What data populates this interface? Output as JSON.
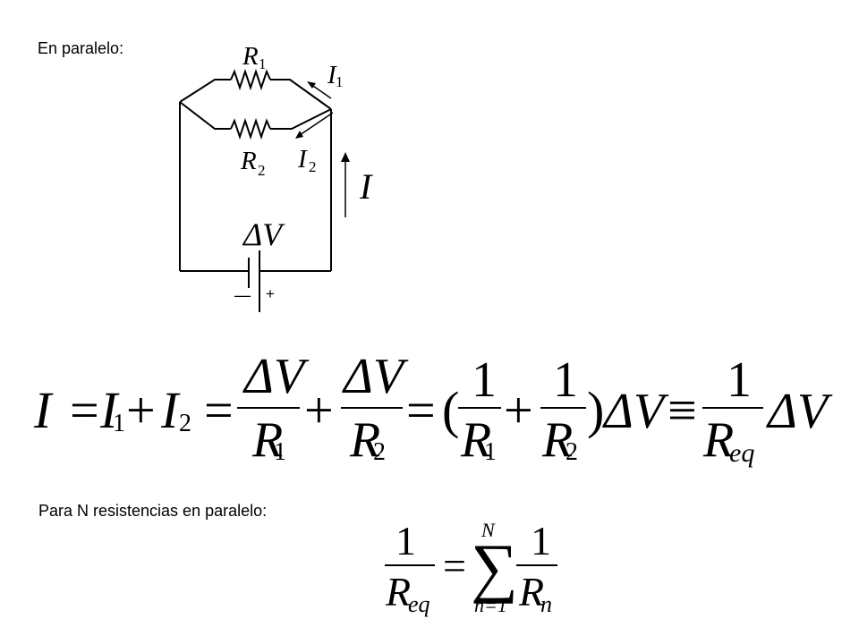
{
  "labels": {
    "parallel_title": "En paralelo:",
    "n_resistors_title": "Para N resistencias en paralelo:"
  },
  "circuit": {
    "r1_sym": "R",
    "r1_sub": "1",
    "r2_sym": "R",
    "r2_sub": "2",
    "i1_sym": "I",
    "i1_sub": "1",
    "i2_sym": "I",
    "i2_sub": "2",
    "i_total": "I",
    "voltage": "ΔV",
    "minus_sign": "—",
    "plus_sign": "+"
  },
  "equation_main": {
    "I": "I",
    "eq": "=",
    "plus": "+",
    "I1": "I",
    "sub1": "1",
    "I2": "I",
    "sub2": "2",
    "dV": "ΔV",
    "one": "1",
    "R": "R",
    "subeq": "eq",
    "lparen": "(",
    "rparen": ")",
    "equiv": "≡"
  },
  "equation_n": {
    "one": "1",
    "eq": "=",
    "sum": "∑",
    "upper": "N",
    "lower": "n=1",
    "R": "R",
    "subeq": "eq",
    "subn": "n"
  }
}
